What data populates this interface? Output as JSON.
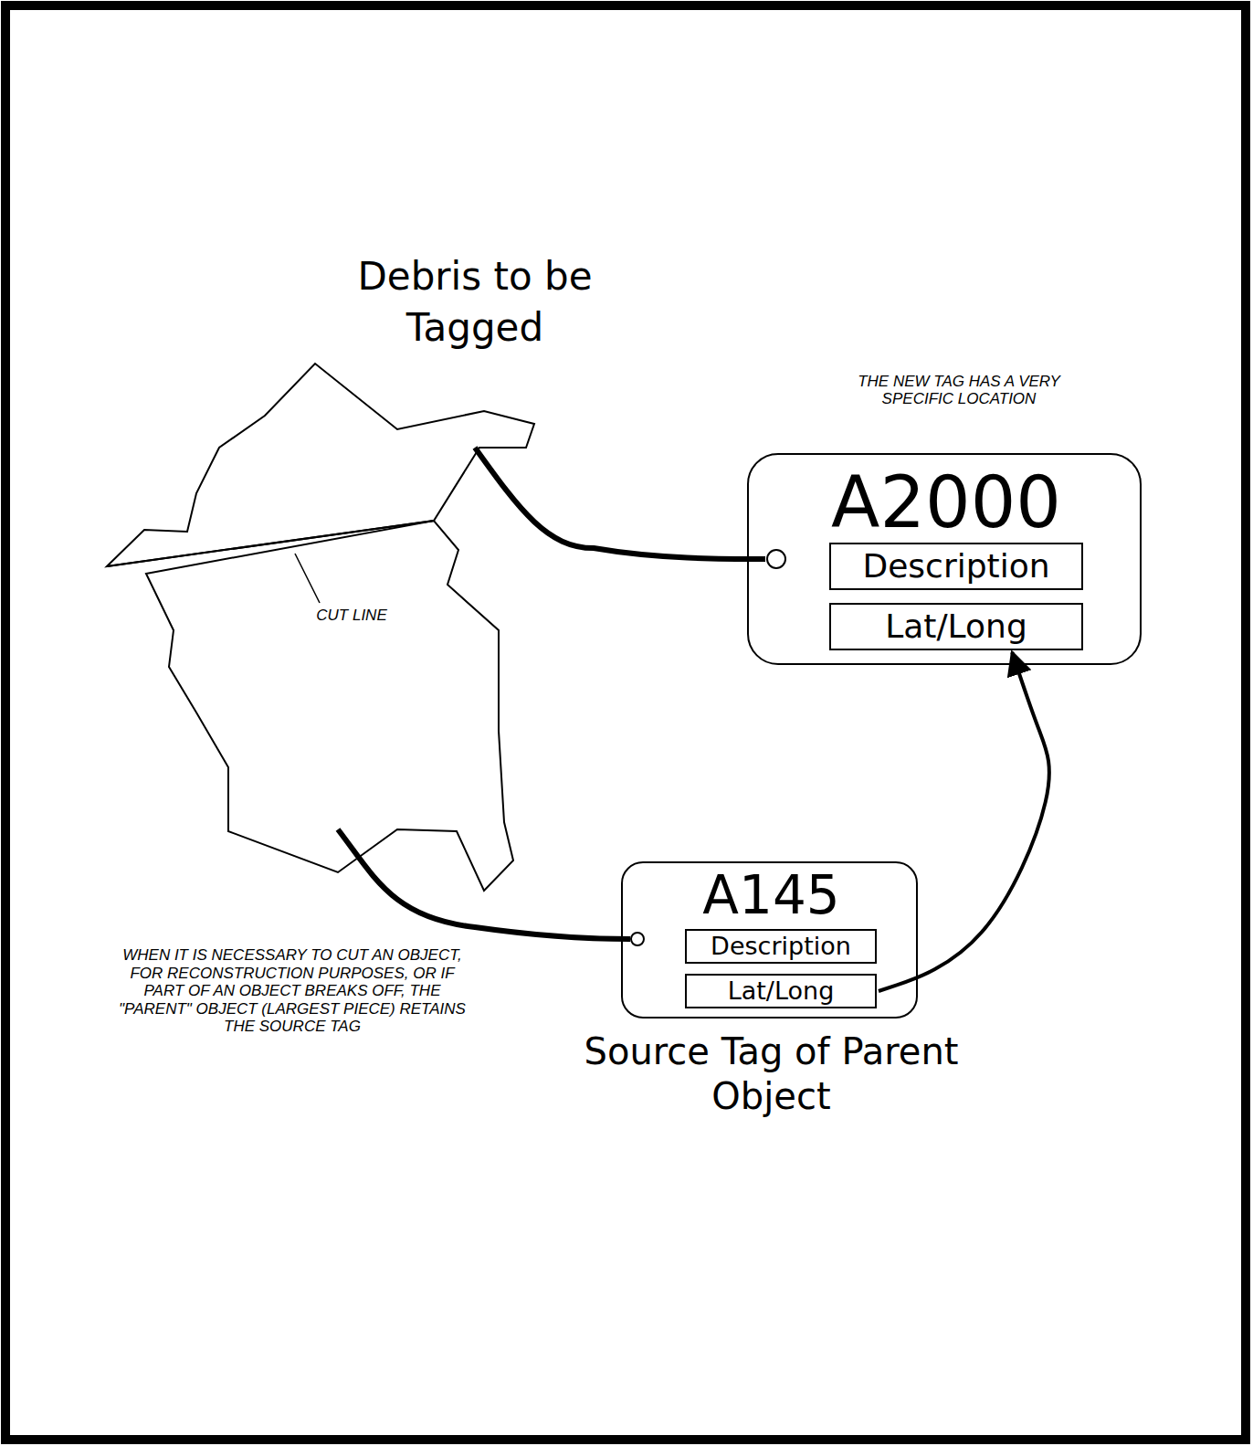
{
  "diagram": {
    "title": "Debris to be Tagged",
    "nodes": [
      {
        "text": [
          "A2000"
        ]
      },
      {
        "text": [
          "Description"
        ],
        "in": 0
      },
      {
        "text": [
          "Lat/Long"
        ],
        "in": 0
      },
      {
        "text": [
          "A145",
          "Source Tag of Parent Object"
        ]
      },
      {
        "text": [
          "Description"
        ],
        "in": 3
      },
      {
        "text": [
          "Lat/Long"
        ],
        "in": 3
      }
    ],
    "edges": [
      {
        "from": 5,
        "to": 2,
        "arrow": "to"
      }
    ],
    "labels": [
      "THE NEW TAG HAS A VERY SPECIFIC LOCATION",
      "CUT LINE",
      "WHEN IT IS NECESSARY TO CUT AN OBJECT, FOR RECONSTRUCTION PURPOSES, OR IF PART OF AN OBJECT BREAKS OFF, THE \"PARENT\" OBJECT (LARGEST PIECE) RETAINS THE SOURCE TAG"
    ]
  }
}
